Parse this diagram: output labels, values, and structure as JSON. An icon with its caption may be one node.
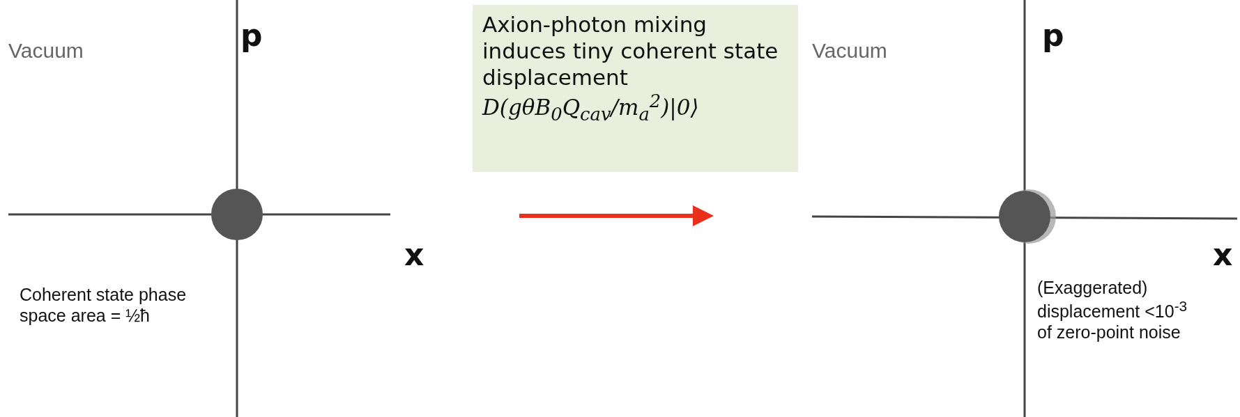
{
  "diagram": {
    "nodes": [
      {
        "text": [
          "Axion-photon mixing induces tiny coherent state displacement",
          "D(gθB$_{0}$Q$_{cav}$/m$_{a}$$^{2}$)|0⟩"
        ]
      }
    ],
    "labels": [
      "Vacuum",
      "p",
      "x",
      "Coherent state phase space area = ½ħ",
      "Vacuum",
      "p",
      "x",
      "(Exaggerated) displacement <10$^{-3}$ of zero-point noise"
    ]
  }
}
